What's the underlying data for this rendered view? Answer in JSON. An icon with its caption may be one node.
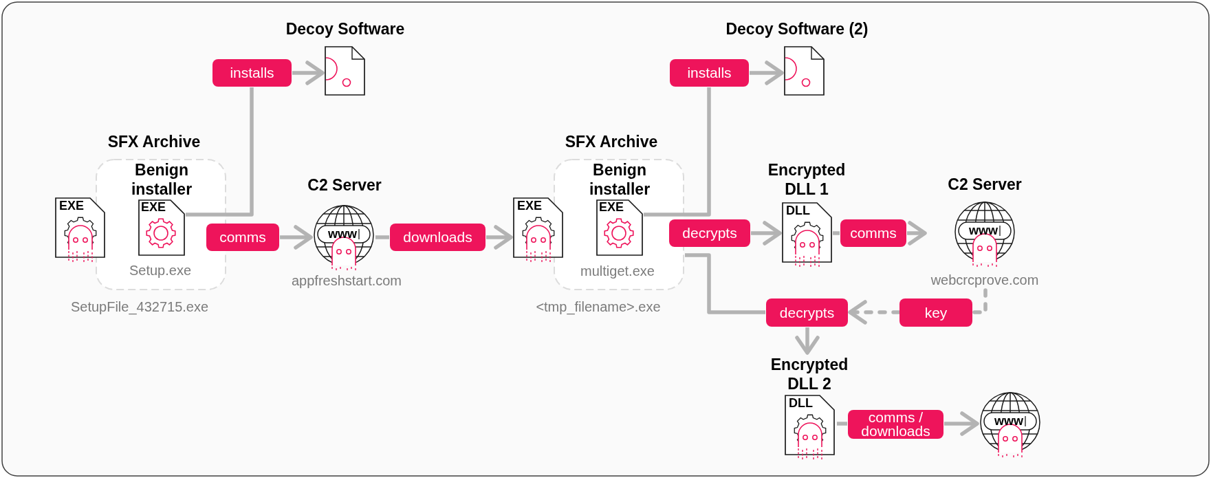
{
  "diagram": {
    "nodes": [
      {
        "text": [
          "EXE"
        ]
      },
      {
        "text": [
          "SFX Archive"
        ],
        "beside": [
          "SetupFile_432715.exe"
        ]
      },
      {
        "text": [
          "Benign installer",
          "EXE"
        ],
        "beside": [
          "Setup.exe"
        ],
        "in": 1
      },
      {
        "text": [
          "installs"
        ]
      },
      {
        "text": [
          "Decoy Software"
        ]
      },
      {
        "text": [
          "comms"
        ]
      },
      {
        "text": [
          "C2 Server",
          "www"
        ],
        "beside": [
          "appfreshstart.com"
        ]
      },
      {
        "text": [
          "downloads"
        ]
      },
      {
        "text": [
          "EXE"
        ]
      },
      {
        "text": [
          "SFX Archive"
        ],
        "beside": [
          "<tmp_filename>.exe"
        ]
      },
      {
        "text": [
          "Benign installer",
          "EXE"
        ],
        "beside": [
          "multiget.exe"
        ],
        "in": 9
      },
      {
        "text": [
          "installs"
        ]
      },
      {
        "text": [
          "Decoy Software (2)"
        ]
      },
      {
        "text": [
          "decrypts"
        ]
      },
      {
        "text": [
          "Encrypted DLL 1",
          "DLL"
        ]
      },
      {
        "text": [
          "comms"
        ]
      },
      {
        "text": [
          "C2 Server",
          "www"
        ],
        "beside": [
          "webcrcprove.com"
        ]
      },
      {
        "text": [
          "key"
        ]
      },
      {
        "text": [
          "decrypts"
        ]
      },
      {
        "text": [
          "Encrypted DLL 2",
          "DLL"
        ]
      },
      {
        "text": [
          "comms / downloads"
        ]
      },
      {
        "text": [
          "www"
        ]
      }
    ],
    "edges": [
      {
        "from": 2,
        "to": 3,
        "arrow": "none"
      },
      {
        "from": 3,
        "to": 4,
        "arrow": "to"
      },
      {
        "from": 5,
        "to": 6,
        "arrow": "to"
      },
      {
        "from": 6,
        "to": 7,
        "arrow": "none"
      },
      {
        "from": 7,
        "to": 8,
        "arrow": "to"
      },
      {
        "from": 10,
        "to": 11,
        "arrow": "none"
      },
      {
        "from": 11,
        "to": 12,
        "arrow": "to"
      },
      {
        "from": 13,
        "to": 14,
        "arrow": "to"
      },
      {
        "from": 14,
        "to": 15,
        "arrow": "none"
      },
      {
        "from": 15,
        "to": 16,
        "arrow": "to"
      },
      {
        "from": 16,
        "to": 17,
        "arrow": "none",
        "style": "dashed"
      },
      {
        "from": 17,
        "to": 18,
        "arrow": "to",
        "style": "dashed"
      },
      {
        "from": 9,
        "to": 18,
        "arrow": "none"
      },
      {
        "from": 18,
        "to": 19,
        "arrow": "to"
      },
      {
        "from": 19,
        "to": 20,
        "arrow": "none"
      },
      {
        "from": 20,
        "to": 21,
        "arrow": "to"
      }
    ]
  }
}
